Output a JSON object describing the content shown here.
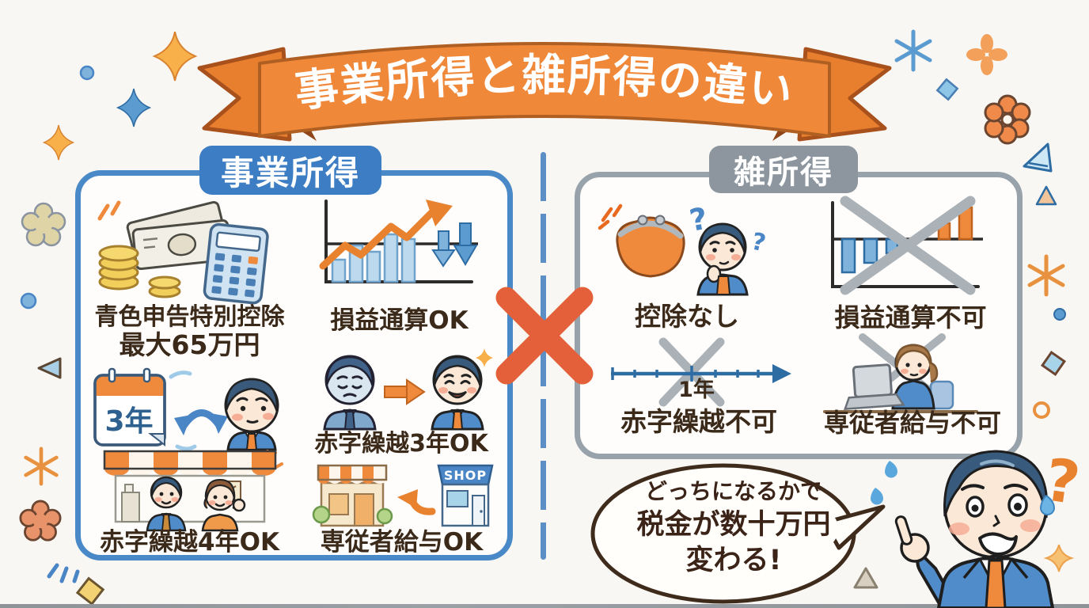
{
  "banner": {
    "title": "事業所得と雑所得の違い"
  },
  "business_panel": {
    "header": "事業所得",
    "items": {
      "blue_return": {
        "caption_line1": "青色申告特別控除",
        "caption_line2": "最大65万円",
        "icon": "cash-coins-calculator-icon"
      },
      "profit_loss": {
        "caption": "損益通算OK",
        "icon": "rising-chart-icon"
      },
      "carryover_calendar": {
        "calendar_label": "3年",
        "icon": "calendar-swap-person-icon"
      },
      "loss_carryover": {
        "caption": "赤字繰越3年OK",
        "icon": "sad-to-happy-person-icon"
      },
      "loss_carryover_shop": {
        "caption": "赤字繰越4年OK",
        "icon": "storefront-couple-icon"
      },
      "family_salary": {
        "caption": "専従者給与OK",
        "shop_sign": "SHOP",
        "icon": "two-shops-arrow-icon"
      }
    }
  },
  "misc_panel": {
    "header": "雑所得",
    "items": {
      "no_deduction": {
        "caption": "控除なし",
        "icon": "coin-purse-confused-man-icon"
      },
      "no_profit_loss": {
        "caption": "損益通算不可",
        "icon": "crossed-out-chart-icon"
      },
      "no_loss_carryover": {
        "caption": "赤字繰越不可",
        "timeline_label": "1年",
        "icon": "crossed-out-timeline-icon"
      },
      "no_family_salary": {
        "caption": "専従者給与不可",
        "icon": "crossed-out-woman-laptop-icon"
      }
    }
  },
  "speech_bubble": {
    "line1": "どっちになるかで",
    "line2": "税金が数十万円",
    "line3": "変わる!"
  },
  "glyphs": {
    "question_mark": "?"
  },
  "colors": {
    "banner_orange": "#f0883a",
    "business_blue": "#3d7dc4",
    "misc_gray": "#8d969e",
    "text_brown": "#3b2a1a",
    "x_mark_orange": "#e4603a",
    "background": "#f9f7f3"
  }
}
